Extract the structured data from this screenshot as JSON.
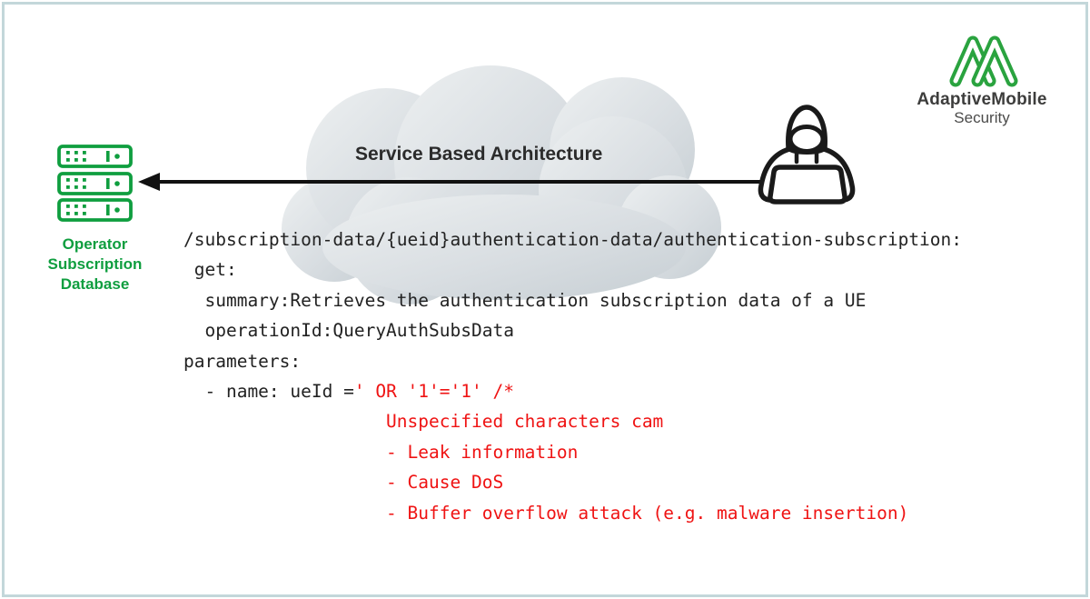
{
  "frame": {
    "border_color": "#c3d7da"
  },
  "logo": {
    "title": "AdaptiveMobile",
    "subtitle": "Security",
    "mark_color": "#2aa33f"
  },
  "cloud": {
    "label": "Service Based Architecture",
    "fill_light": "#eaedef",
    "fill_dark": "#c8cfd4"
  },
  "database": {
    "label_lines": [
      "Operator",
      "Subscription",
      "Database"
    ],
    "color": "#0f9e3f"
  },
  "attacker": {
    "color": "#1a1a1a"
  },
  "arrow": {
    "color": "#111111",
    "direction": "right-to-left"
  },
  "code": {
    "text_color": "#222222",
    "highlight_color": "#ef1313",
    "lines": [
      [
        {
          "t": "/subscription-data/{ueid}authentication-data/authentication-subscription:",
          "c": "k"
        }
      ],
      [
        {
          "t": " get:",
          "c": "k"
        }
      ],
      [
        {
          "t": "  summary:Retrieves the authentication subscription data of a UE",
          "c": "k"
        }
      ],
      [
        {
          "t": "  operationId:QueryAuthSubsData",
          "c": "k"
        }
      ],
      [
        {
          "t": "parameters:",
          "c": "k"
        }
      ],
      [
        {
          "t": "  - name: ueId =",
          "c": "k"
        },
        {
          "t": "' OR '1'='1' /*",
          "c": "r"
        }
      ],
      [
        {
          "t": "                   Unspecified characters cam",
          "c": "r"
        }
      ],
      [
        {
          "t": "                   - Leak information",
          "c": "r"
        }
      ],
      [
        {
          "t": "                   - Cause DoS",
          "c": "r"
        }
      ],
      [
        {
          "t": "                   - Buffer overflow attack (e.g. malware insertion)",
          "c": "r"
        }
      ]
    ]
  }
}
